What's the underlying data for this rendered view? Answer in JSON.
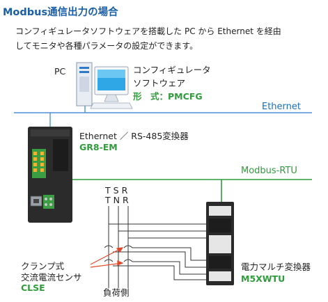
{
  "heading": "Modbus通信出力の場合",
  "description": {
    "line1": "コンフィギュレータソフトウェアを搭載した PC から Ethernet を経由",
    "line2": "してモニタや各種パラメータの設定ができます。"
  },
  "pc": {
    "label": "PC",
    "software_line1": "コンフィギュレータ",
    "software_line2": "ソフトウェア",
    "model": "形　式：PMCFG"
  },
  "networks": {
    "ethernet": "Ethernet",
    "modbus": "Modbus-RTU"
  },
  "converter": {
    "name": "Ethernet ／ RS-485変換器",
    "model": "GR8-EM"
  },
  "phases": {
    "top": "TSR",
    "bottom": "TNR"
  },
  "sensor": {
    "line1": "クランプ式",
    "line2": "交流電流センサ",
    "model": "CLSE"
  },
  "load": "負荷側",
  "transducer": {
    "name": "電力マルチ変換器",
    "model": "M5XWTU"
  },
  "colors": {
    "ethernet_line": "#4a90d9",
    "modbus_line": "#2e9c3a",
    "heading": "#1a5fa8",
    "model_text": "#2e9c3a",
    "arrow": "#e04a2a"
  }
}
